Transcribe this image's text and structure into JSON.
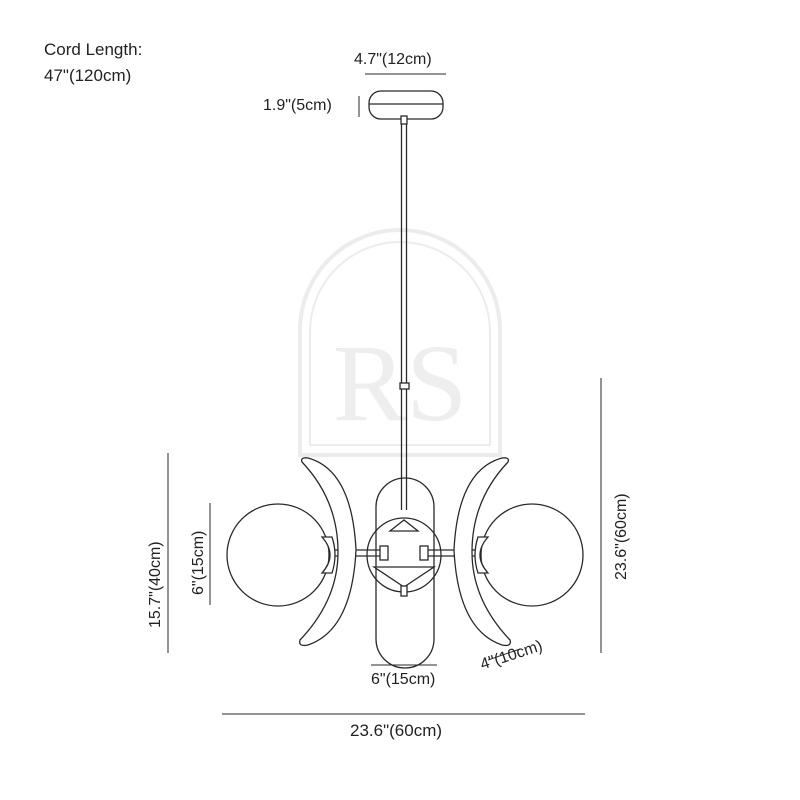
{
  "cord": {
    "label": "Cord Length:",
    "value": "47\"(120cm)"
  },
  "dimensions": {
    "canopy_width": "4.7\"(12cm)",
    "canopy_height": "1.9\"(5cm)",
    "body_height": "15.7\"(40cm)",
    "globe_diameter": "6\"(15cm)",
    "overall_height": "23.6\"(60cm)",
    "center_width": "6\"(15cm)",
    "arm_width": "4\"(10cm)",
    "overall_width": "23.6\"(60cm)"
  },
  "watermark": "RS",
  "colors": {
    "line": "#2a2a2a",
    "watermark": "#f0f0f0"
  }
}
